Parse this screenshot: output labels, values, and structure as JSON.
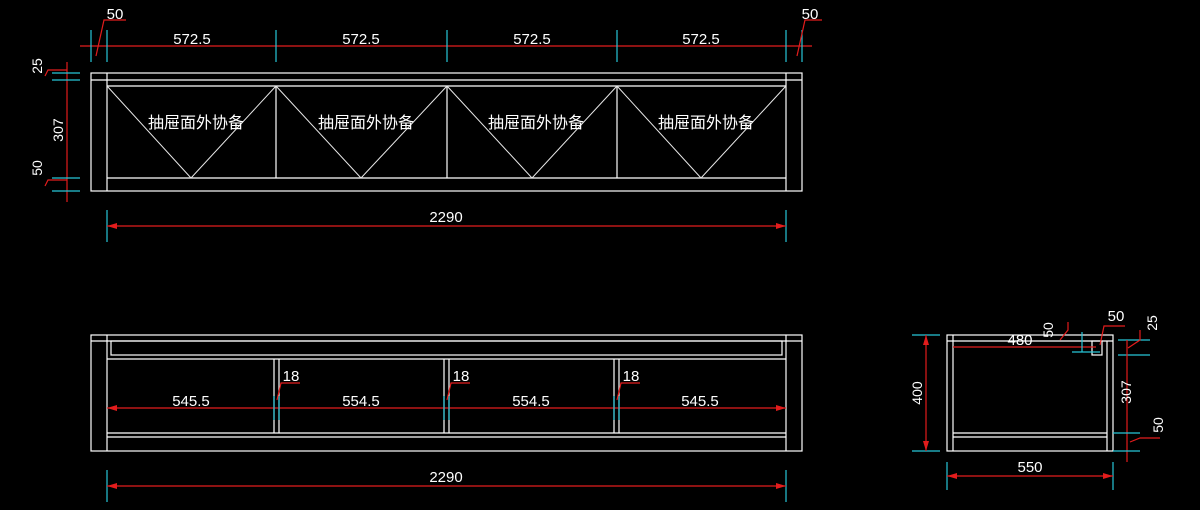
{
  "front_view": {
    "top_dims": [
      "50",
      "572.5",
      "572.5",
      "572.5",
      "572.5",
      "50"
    ],
    "left_dims": [
      "25",
      "307",
      "50"
    ],
    "panel_labels": [
      "抽屉面外协备",
      "抽屉面外协备",
      "抽屉面外协备",
      "抽屉面外协备"
    ],
    "total_width": "2290"
  },
  "plan_view": {
    "inner_dims": [
      "545.5",
      "554.5",
      "554.5",
      "545.5"
    ],
    "divider_dims": [
      "18",
      "18",
      "18"
    ],
    "total_width": "2290"
  },
  "side_view": {
    "height": "400",
    "depth_inner": "480",
    "depth_total": "550",
    "small_dims": [
      "50",
      "50",
      "25",
      "307",
      "50"
    ]
  },
  "colors": {
    "background": "#000000",
    "outline": "#ffffff",
    "dimension_line": "#e31c1c",
    "extension_line": "#27c7d8"
  }
}
